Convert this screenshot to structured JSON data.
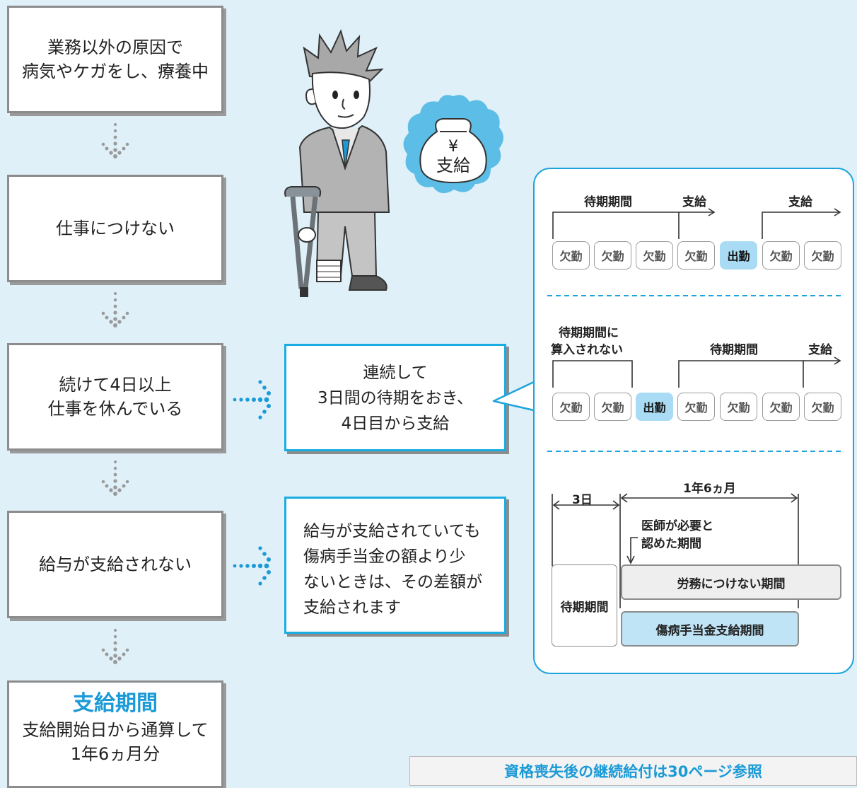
{
  "flow": {
    "step1": {
      "lines": [
        "業務以外の原因で",
        "病気やケガをし、療養中"
      ]
    },
    "step2": {
      "lines": [
        "仕事につけない"
      ]
    },
    "step3": {
      "lines": [
        "続けて4日以上",
        "仕事を休んでいる"
      ]
    },
    "step4": {
      "lines": [
        "給与が支給されない"
      ]
    },
    "step5": {
      "title": "支給期間",
      "lines": [
        "支給開始日から通算して",
        "1年6ヵ月分"
      ]
    }
  },
  "callouts": {
    "waiting": {
      "lines": [
        "連続して",
        "3日間の待期をおき、",
        "4日目から支給"
      ]
    },
    "salary": {
      "lines": [
        "給与が支給されていても",
        "傷病手当金の額より少",
        "ないときは、その差額が",
        "支給されます"
      ]
    }
  },
  "illustration": {
    "bag_symbol": "¥",
    "bag_text": "支給"
  },
  "panel": {
    "example1": {
      "labels": {
        "waiting": "待期期間",
        "pay1": "支給",
        "pay2": "支給"
      },
      "days": [
        "欠勤",
        "欠勤",
        "欠勤",
        "欠勤",
        "出勤",
        "欠勤",
        "欠勤"
      ]
    },
    "example2": {
      "labels": {
        "not_counted_1": "待期期間に",
        "not_counted_2": "算入されない",
        "waiting": "待期期間",
        "pay": "支給"
      },
      "days": [
        "欠勤",
        "欠勤",
        "出勤",
        "欠勤",
        "欠勤",
        "欠勤",
        "欠勤"
      ]
    },
    "example3": {
      "three_days": "3日",
      "one_year_six": "1年6ヵ月",
      "doctor_1": "医師が必要と",
      "doctor_2": "認めた期間",
      "waiting_box": "待期期間",
      "unable_bar": "労務につけない期間",
      "benefit_bar": "傷病手当金支給期間"
    }
  },
  "footer_note": "資格喪失後の継続給付は30ページ参照",
  "colors": {
    "accent": "#1a9ad6",
    "callout_border": "#18aee2",
    "work_day": "#a9dcf4",
    "background": "#dff0f9"
  }
}
